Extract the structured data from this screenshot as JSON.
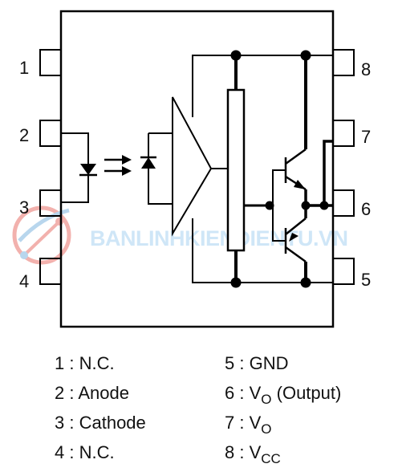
{
  "pins": {
    "left": [
      "1",
      "2",
      "3",
      "4"
    ],
    "right": [
      "8",
      "7",
      "6",
      "5"
    ]
  },
  "watermark": {
    "text": "BANLINHKIENDIENTU.VN"
  },
  "legend": {
    "left": [
      {
        "pin": "1",
        "sep": " : ",
        "name": "N.C.",
        "sub": "",
        "tail": ""
      },
      {
        "pin": "2",
        "sep": " : ",
        "name": "Anode",
        "sub": "",
        "tail": ""
      },
      {
        "pin": "3",
        "sep": " : ",
        "name": "Cathode",
        "sub": "",
        "tail": ""
      },
      {
        "pin": "4",
        "sep": " : ",
        "name": "N.C.",
        "sub": "",
        "tail": ""
      }
    ],
    "right": [
      {
        "pin": "5",
        "sep": " : ",
        "name": "GND",
        "sub": "",
        "tail": ""
      },
      {
        "pin": "6",
        "sep": " : ",
        "name": "V",
        "sub": "O",
        "tail": " (Output)"
      },
      {
        "pin": "7",
        "sep": " : ",
        "name": "V",
        "sub": "O",
        "tail": ""
      },
      {
        "pin": "8",
        "sep": " : ",
        "name": "V",
        "sub": "CC",
        "tail": ""
      }
    ]
  },
  "colors": {
    "line": "#000000",
    "watermark_text": "#cfe6f7",
    "watermark_logo_red": "#e8736b",
    "watermark_logo_blue": "#7fb6e0"
  }
}
